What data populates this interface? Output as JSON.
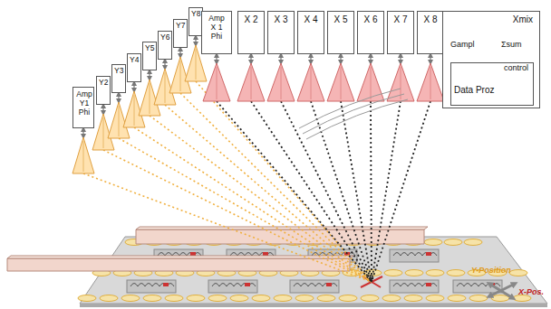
{
  "diagram": {
    "nodes": [
      {
        "text": [
          "Amp Y1 Phi"
        ]
      },
      {
        "text": [
          "Y2"
        ]
      },
      {
        "text": [
          "Y3"
        ]
      },
      {
        "text": [
          "Y4"
        ]
      },
      {
        "text": [
          "Y5"
        ]
      },
      {
        "text": [
          "Y6"
        ]
      },
      {
        "text": [
          "Y7"
        ]
      },
      {
        "text": [
          "Y8"
        ]
      },
      {
        "text": [
          "Amp X 1 Phi"
        ]
      },
      {
        "text": [
          "X 2"
        ]
      },
      {
        "text": [
          "X 3"
        ]
      },
      {
        "text": [
          "X 4"
        ]
      },
      {
        "text": [
          "X 5"
        ]
      },
      {
        "text": [
          "X 6"
        ]
      },
      {
        "text": [
          "X 7"
        ]
      },
      {
        "text": [
          "X 8"
        ]
      },
      {
        "text": [
          "Xmix"
        ]
      },
      {
        "text": [
          "Data Proz"
        ],
        "in": 16
      }
    ],
    "edges": [
      {
        "from": 7,
        "to": 8,
        "arrow": "none"
      },
      {
        "from": 15,
        "to": 16,
        "arrow": "none"
      }
    ],
    "labels": [
      "Gampl",
      "Σsum",
      "control",
      "Y-Position",
      "X-Pos."
    ]
  }
}
